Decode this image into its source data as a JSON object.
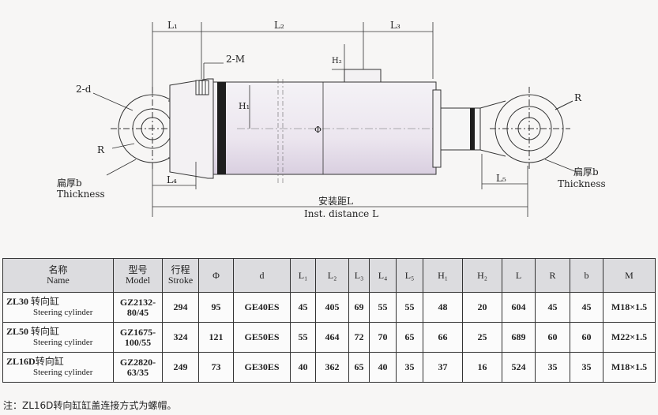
{
  "drawing": {
    "labels": {
      "L1": "L₁",
      "L2": "L₂",
      "L3": "L₃",
      "L4": "L₄",
      "L5": "L₅",
      "H1": "H₁",
      "H2": "H₂",
      "M": "2-M",
      "d": "2-d",
      "R_left": "R",
      "R_right": "R",
      "phi": "Φ",
      "thickness_cn_left": "扁厚b",
      "thickness_en_left": "Thickness",
      "thickness_cn_right": "扁厚b",
      "thickness_en_right": "Thickness",
      "inst_cn": "安装距L",
      "inst_en": "Inst. distance L"
    }
  },
  "table": {
    "headers": [
      {
        "cn": "名称",
        "en": "Name"
      },
      {
        "cn": "型号",
        "en": "Model"
      },
      {
        "cn": "行程",
        "en": "Stroke"
      },
      {
        "cn": "Φ",
        "en": ""
      },
      {
        "cn": "d",
        "en": ""
      },
      {
        "cn": "L₁",
        "en": ""
      },
      {
        "cn": "L₂",
        "en": ""
      },
      {
        "cn": "L₃",
        "en": ""
      },
      {
        "cn": "L₄",
        "en": ""
      },
      {
        "cn": "L₅",
        "en": ""
      },
      {
        "cn": "H₁",
        "en": ""
      },
      {
        "cn": "H₂",
        "en": ""
      },
      {
        "cn": "L",
        "en": ""
      },
      {
        "cn": "R",
        "en": ""
      },
      {
        "cn": "b",
        "en": ""
      },
      {
        "cn": "M",
        "en": ""
      }
    ],
    "rows": [
      {
        "code": "ZL30",
        "kind_cn": "转向缸",
        "kind_en": "Steering cylinder",
        "model1": "GZ2132-",
        "model2": "80/45",
        "stroke": "294",
        "phi": "95",
        "d": "GE40ES",
        "L1": "45",
        "L2": "405",
        "L3": "69",
        "L4": "55",
        "L5": "55",
        "H1": "48",
        "H2": "20",
        "L": "604",
        "R": "45",
        "b": "45",
        "M": "M18×1.5"
      },
      {
        "code": "ZL50",
        "kind_cn": "转向缸",
        "kind_en": "Steering cylinder",
        "model1": "GZ1675-",
        "model2": "100/55",
        "stroke": "324",
        "phi": "121",
        "d": "GE50ES",
        "L1": "55",
        "L2": "464",
        "L3": "72",
        "L4": "70",
        "L5": "65",
        "H1": "66",
        "H2": "25",
        "L": "689",
        "R": "60",
        "b": "60",
        "M": "M22×1.5"
      },
      {
        "code": "ZL16D",
        "kind_cn": "转向缸",
        "kind_en": "Steering cylinder",
        "model1": "GZ2820-",
        "model2": "63/35",
        "stroke": "249",
        "phi": "73",
        "d": "GE30ES",
        "L1": "40",
        "L2": "362",
        "L3": "65",
        "L4": "40",
        "L5": "35",
        "H1": "37",
        "H2": "16",
        "L": "524",
        "R": "35",
        "b": "35",
        "M": "M18×1.5"
      }
    ]
  },
  "note": "注：ZL16D转向缸缸盖连接方式为螺帽。"
}
